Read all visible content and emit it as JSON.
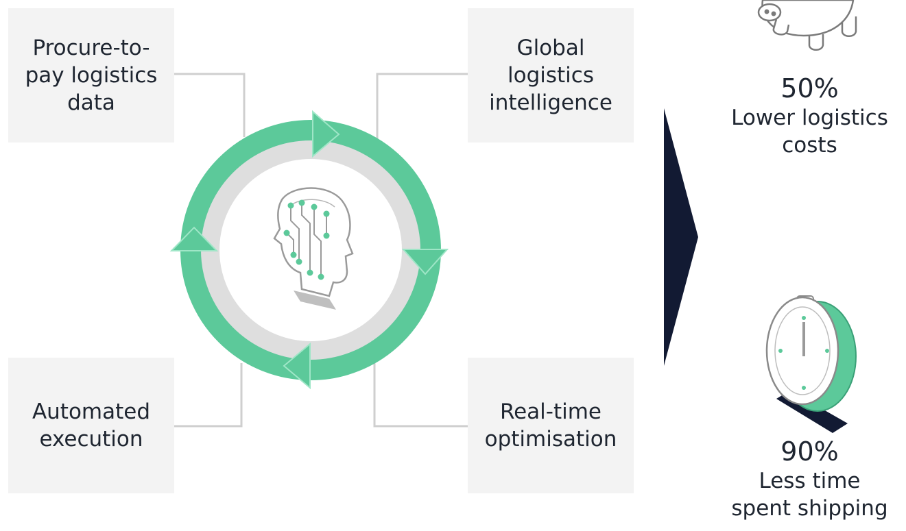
{
  "boxes": {
    "top_left": "Procure-to-\npay logistics\ndata",
    "top_right": "Global\nlogistics\nintelligence",
    "bottom_left": "Automated\nexecution",
    "bottom_right": "Real-time\noptimisation"
  },
  "stats": {
    "costs": {
      "percent": "50%",
      "label": "Lower logistics\ncosts",
      "icon": "piggy-bank-icon"
    },
    "time": {
      "percent": "90%",
      "label": "Less time\nspent shipping",
      "icon": "stopwatch-icon"
    }
  },
  "colors": {
    "accent_green": "#5cc99a",
    "navy": "#121a33",
    "box_bg": "#f3f3f3",
    "ring_grey": "#d9d9d9"
  }
}
